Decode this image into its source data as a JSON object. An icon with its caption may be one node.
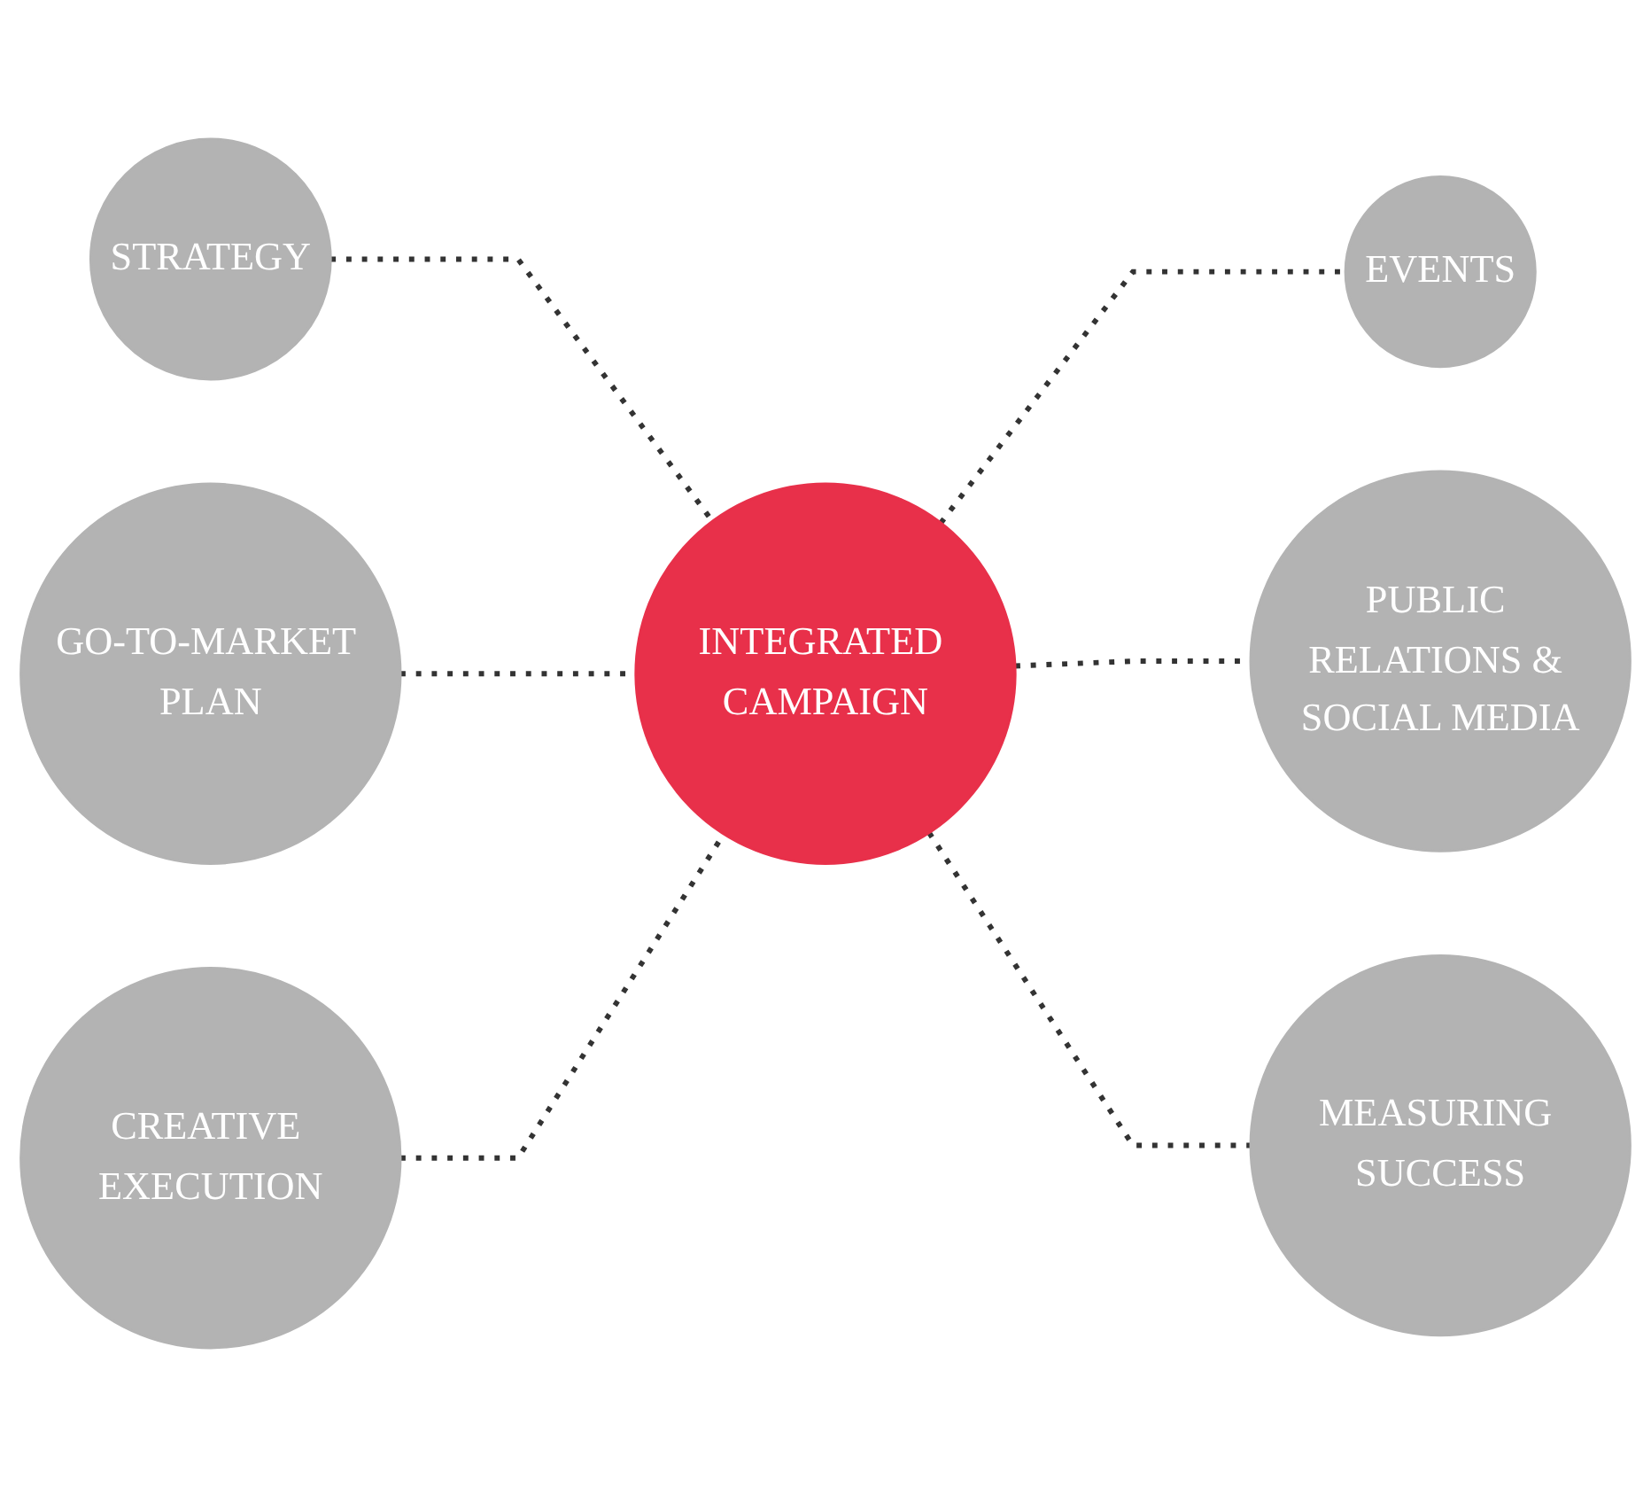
{
  "diagram": {
    "nodes": [
      {
        "text": [
          "STRATEGY"
        ]
      },
      {
        "text": [
          "EVENTS"
        ]
      },
      {
        "text": [
          "GO-TO-MARKET PLAN"
        ]
      },
      {
        "text": [
          "INTEGRATED CAMPAIGN"
        ]
      },
      {
        "text": [
          "PUBLIC RELATIONS & SOCIAL MEDIA"
        ]
      },
      {
        "text": [
          "CREATIVE EXECUTION"
        ]
      },
      {
        "text": [
          "MEASURING SUCCESS"
        ]
      }
    ],
    "edges": [
      {
        "from": 0,
        "to": 3,
        "arrow": "none",
        "style": "dashed"
      },
      {
        "from": 3,
        "to": 1,
        "arrow": "none",
        "style": "dashed"
      },
      {
        "from": 2,
        "to": 3,
        "arrow": "none",
        "style": "dashed"
      },
      {
        "from": 3,
        "to": 4,
        "arrow": "none",
        "style": "dashed"
      },
      {
        "from": 5,
        "to": 3,
        "arrow": "none",
        "style": "dashed"
      },
      {
        "from": 3,
        "to": 6,
        "arrow": "none",
        "style": "dashed"
      }
    ]
  }
}
